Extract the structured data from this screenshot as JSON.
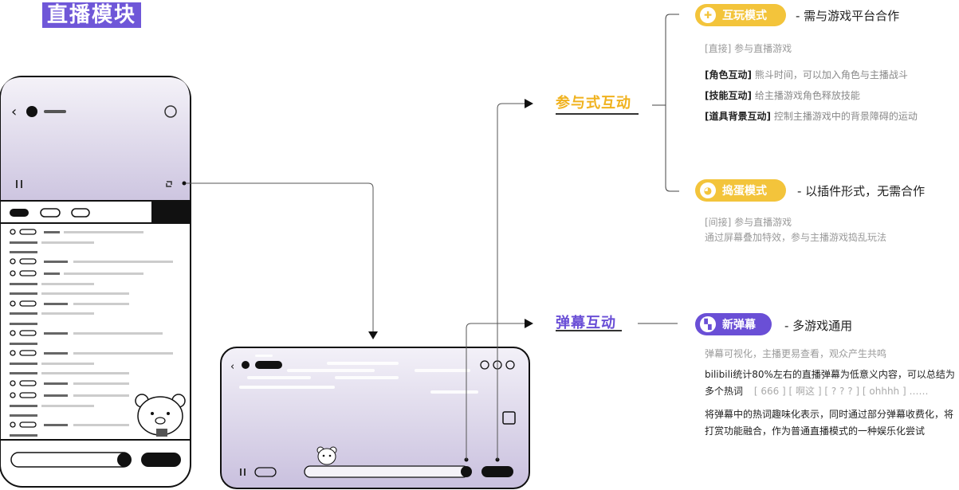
{
  "title": "直播模块",
  "branches": {
    "participatory": {
      "label": "参与式互动",
      "color": "#f0b21e",
      "modes": [
        {
          "name": "互玩模式",
          "icon": "gamepad-icon",
          "note": "- 需与游戏平台合作",
          "subtitle": "[直接] 参与直播游戏",
          "items": [
            {
              "key": "[角色互动]",
              "text": "熊斗时间，可以加入角色与主播战斗"
            },
            {
              "key": "[技能互动]",
              "text": "给主播游戏角色释放技能"
            },
            {
              "key": "[道具背景互动]",
              "text": "控制主播游戏中的背景障碍的运动"
            }
          ]
        },
        {
          "name": "捣蛋模式",
          "icon": "pacman-icon",
          "note": "- 以插件形式，无需合作",
          "subtitle": "[间接] 参与直播游戏",
          "text": "通过屏幕叠加特效，参与主播游戏捣乱玩法"
        }
      ]
    },
    "danmaku": {
      "label": "弹幕互动",
      "color": "#6a4fd6",
      "mode": {
        "name": "新弹幕",
        "icon": "puzzle-icon",
        "note": "- 多游戏通用",
        "line1": "弹幕可视化，主播更易查看，观众产生共鸣",
        "line2": "bilibili统计80%左右的直播弹幕为低意义内容，可以总结为",
        "line3_prefix": "多个热词",
        "line3_tags": "[ 666 ] [ 啊这 ] [ ? ? ? ] [ ohhhh ] ……",
        "line4": "将弹幕中的热词趣味化表示，同时通过部分弹幕收费化，将",
        "line5": "打赏功能融合，作为普通直播模式的一种娱乐化尝试"
      }
    }
  }
}
